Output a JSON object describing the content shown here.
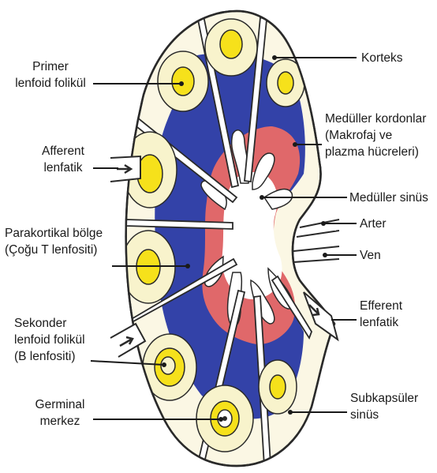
{
  "labels": {
    "primer": [
      "Primer",
      "lenfoid folikül"
    ],
    "afferent": [
      "Afferent",
      "lenfatik"
    ],
    "parakortikal": [
      "Parakortikal bölge",
      "(Çoğu T lenfositi)"
    ],
    "sekonder": [
      "Sekonder",
      "lenfoid folikül",
      "(B lenfositi)"
    ],
    "germinal": [
      "Germinal",
      "merkez"
    ],
    "korteks": [
      "Korteks"
    ],
    "medkord": [
      "Medüller kordonlar",
      "(Makrofaj ve",
      "plazma hücreleri)"
    ],
    "medsinus": [
      "Medüller sinüs"
    ],
    "arter": [
      "Arter"
    ],
    "ven": [
      "Ven"
    ],
    "efferent": [
      "Efferent",
      "lenfatik"
    ],
    "subkap": [
      "Subkapsüler",
      "sinüs"
    ]
  },
  "colors": {
    "capsule": "#fbf7e4",
    "outline": "#2a2a2a",
    "paracortex": "#3342a8",
    "medullary_cords": "#e0686a",
    "follicle_ring": "#f8f3cc",
    "follicle_yellow": "#f6e11b",
    "sinus": "#ffffff"
  }
}
